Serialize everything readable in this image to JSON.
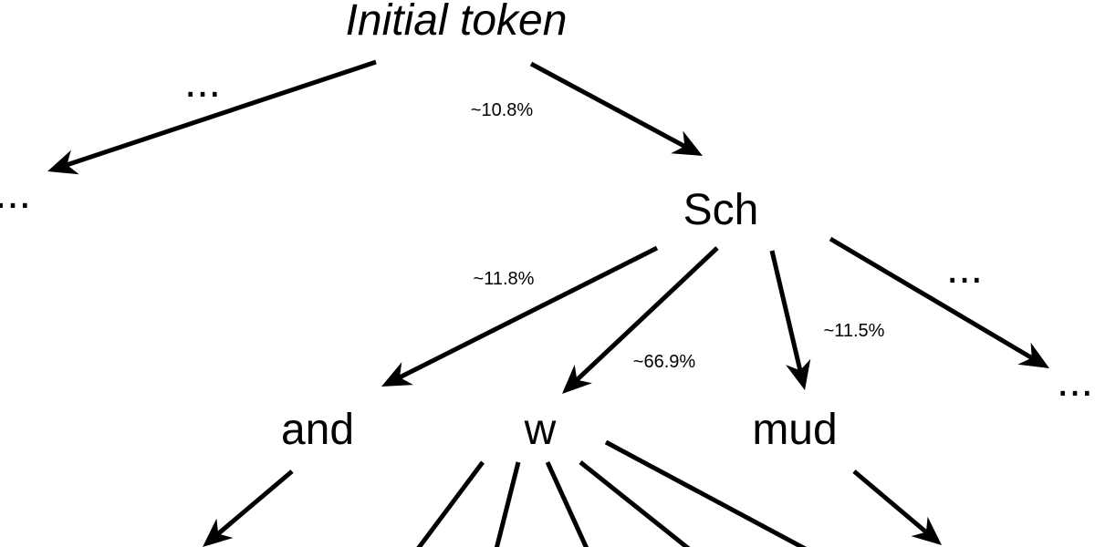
{
  "nodes": {
    "root": "Initial token",
    "sch": "Sch",
    "and": "and",
    "w": "w",
    "mud": "mud",
    "ellipsis_top_left": "...",
    "ellipsis_left_target": "...",
    "ellipsis_right_branch": "...",
    "ellipsis_right_target": "..."
  },
  "edge_labels": {
    "root_to_sch": "~10.8%",
    "sch_to_and": "~11.8%",
    "sch_to_w": "~66.9%",
    "sch_to_mud": "~11.5%"
  },
  "colors": {
    "stroke": "#000000",
    "background": "#ffffff"
  }
}
